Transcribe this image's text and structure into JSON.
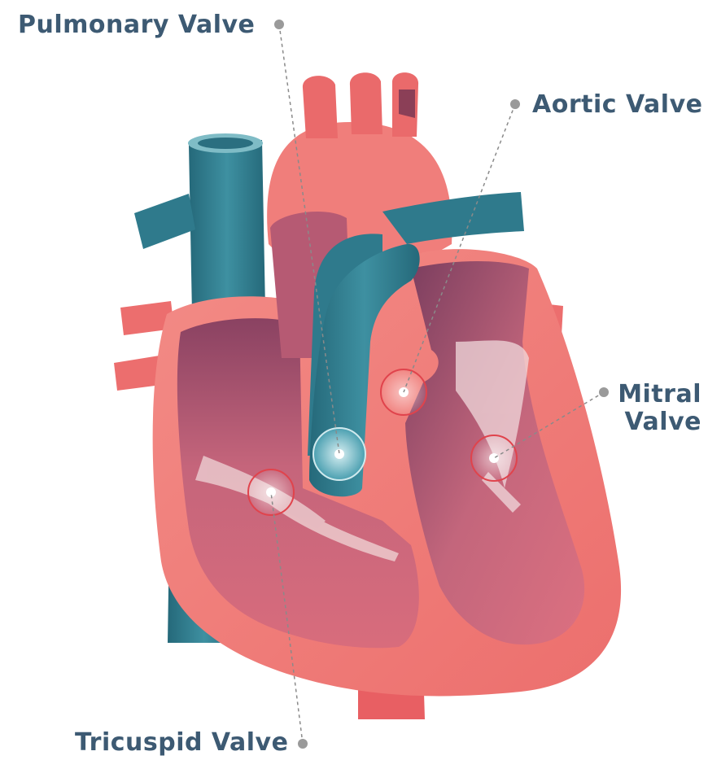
{
  "labels": {
    "pulmonary": "Pulmonary Valve",
    "aortic": "Aortic Valve",
    "mitral_line1": "Mitral",
    "mitral_line2": "Valve",
    "tricuspid": "Tricuspid Valve"
  },
  "colors": {
    "label_text": "#3d5a73",
    "leader_line": "#8a8a8a",
    "heart_wall": "#f07e7b",
    "heart_wall_dark": "#e4605f",
    "chamber_interior": "#c86276",
    "chamber_shadow": "#7d3f5c",
    "vein_blue": "#2f7a8c",
    "vein_blue_light": "#5aa6b5",
    "valve_ring": "#e0434c"
  },
  "icons": {
    "valve_marker": "valve-marker-icon",
    "label_dot": "label-dot-icon"
  }
}
